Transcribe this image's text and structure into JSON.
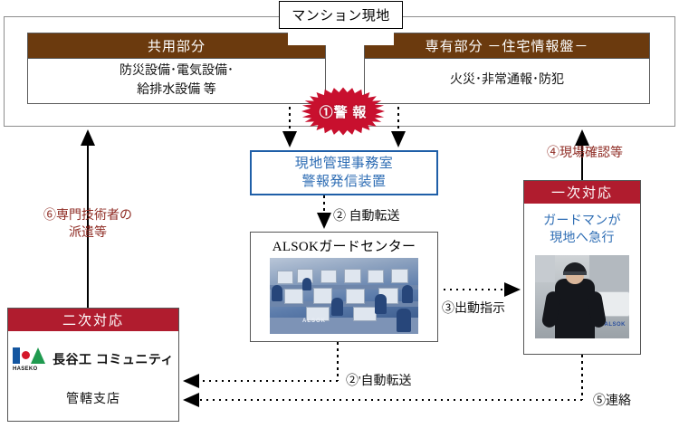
{
  "diagram": {
    "title": "マンション現地",
    "panels": [
      {
        "header": "共用部分",
        "lines": [
          "防災設備･電気設備･",
          "給排水設備 等"
        ]
      },
      {
        "header": "専有部分 －住宅情報盤－",
        "lines": [
          "火災･非常通報･防犯"
        ]
      }
    ],
    "alert_burst": "①警 報",
    "site_office": {
      "line1": "現地管理事務室",
      "line2": "警報発信装置"
    },
    "guard_center": {
      "title": "ALSOKガードセンター",
      "photo_label": "ALSOK"
    },
    "primary_response": {
      "header": "一次対応",
      "line1": "ガードマンが",
      "line2": "現地へ急行",
      "photo_label": "ALSOK"
    },
    "secondary_response": {
      "header": "二次対応",
      "company": "長谷工 コミュニティ",
      "logo_wordmark": "HASEKO",
      "branch": "管轄支店"
    },
    "flow_labels": {
      "step2": "② 自動転送",
      "step2b": "②'自動転送",
      "step3": "③出動指示",
      "step4": "④現場確認等",
      "step5": "⑤連絡",
      "step6_line1": "⑥専門技術者の",
      "step6_line2": "派遣等"
    },
    "colors": {
      "brown": "#6B3A0E",
      "red": "#B01C2E",
      "burst_red": "#C8102E",
      "blue": "#1F5FA8",
      "blue_text": "#2E6DB4",
      "label_red": "#8E2A22",
      "frame_gray": "#8D8D8D"
    }
  }
}
